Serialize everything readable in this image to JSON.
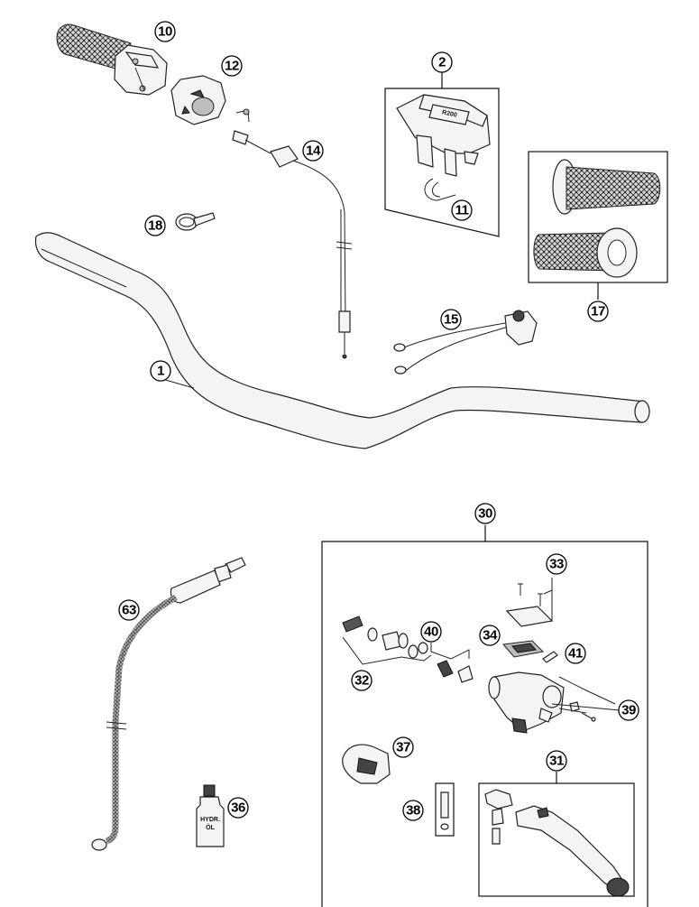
{
  "callouts": [
    {
      "id": "1",
      "label": "1"
    },
    {
      "id": "2",
      "label": "2"
    },
    {
      "id": "10",
      "label": "10"
    },
    {
      "id": "11",
      "label": "11"
    },
    {
      "id": "12",
      "label": "12"
    },
    {
      "id": "14",
      "label": "14"
    },
    {
      "id": "15",
      "label": "15"
    },
    {
      "id": "17",
      "label": "17"
    },
    {
      "id": "18",
      "label": "18"
    },
    {
      "id": "30",
      "label": "30"
    },
    {
      "id": "31",
      "label": "31"
    },
    {
      "id": "32",
      "label": "32"
    },
    {
      "id": "33",
      "label": "33"
    },
    {
      "id": "34",
      "label": "34"
    },
    {
      "id": "36",
      "label": "36"
    },
    {
      "id": "37",
      "label": "37"
    },
    {
      "id": "38",
      "label": "38"
    },
    {
      "id": "39",
      "label": "39"
    },
    {
      "id": "40",
      "label": "40"
    },
    {
      "id": "41",
      "label": "41"
    },
    {
      "id": "63",
      "label": "63"
    }
  ],
  "bottle": {
    "line1": "HYDR.",
    "line2": "ÖL"
  }
}
